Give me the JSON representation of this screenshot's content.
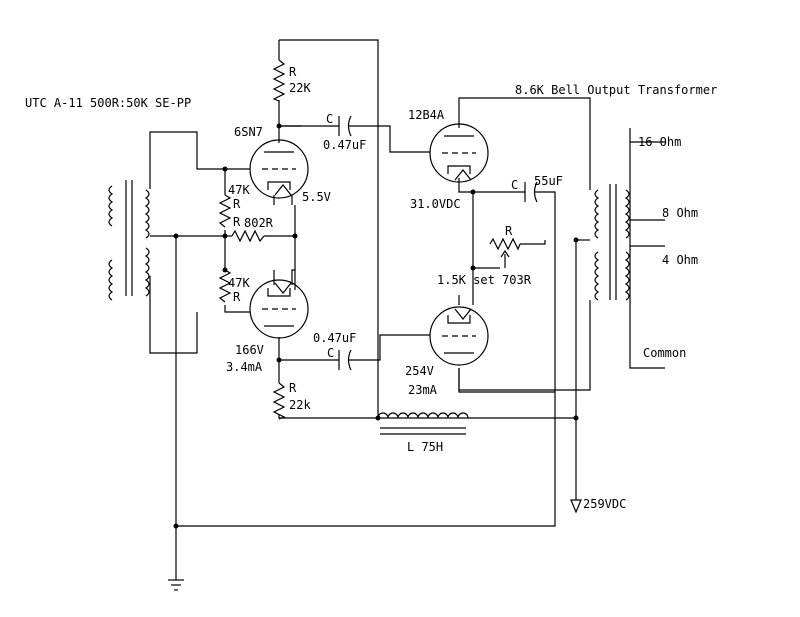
{
  "labels": {
    "input_transformer": "UTC A-11 500R:50K SE-PP",
    "output_transformer": "8.6K Bell Output Transformer",
    "driver_tube": "6SN7",
    "output_tube": "12B4A",
    "r_top_plate": "R",
    "r_top_plate_value": "22K",
    "c_top_coupling": "C",
    "c_top_coupling_value": "0.47uF",
    "driver_cathode_voltage": "5.5V",
    "r_grid_top_value": "47K",
    "r_grid_top": "R",
    "r_cathode": "R",
    "r_cathode_value": "802R",
    "r_grid_bottom_value": "47K",
    "r_grid_bottom": "R",
    "output_cathode_voltage": "31.0VDC",
    "c_bypass": "C",
    "c_bypass_value": "55uF",
    "r_set": "R",
    "r_set_label": "1.5K set 703R",
    "c_bottom_coupling_value": "0.47uF",
    "c_bottom_coupling": "C",
    "driver_plate_voltage": "166V",
    "driver_plate_current": "3.4mA",
    "output_plate_voltage": "254V",
    "output_plate_current": "23mA",
    "r_bottom_plate": "R",
    "r_bottom_plate_value": "22k",
    "choke": "L 75H",
    "supply": "259VDC",
    "tap_16": "16 Ohm",
    "tap_8": "8 Ohm",
    "tap_4": "4 Ohm",
    "tap_common": "Common"
  }
}
